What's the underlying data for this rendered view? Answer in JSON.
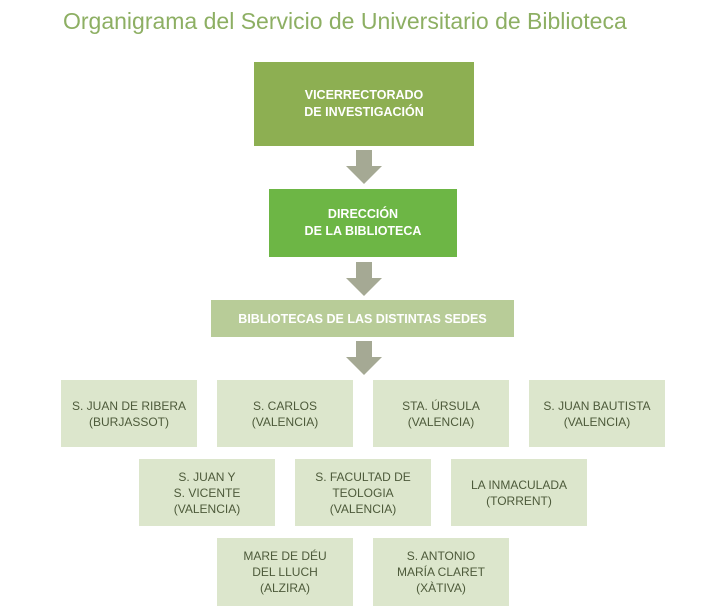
{
  "title": "Organigrama del Servicio de Universitario de Biblioteca",
  "colors": {
    "title": "#8daf63",
    "vicerrectorado_box": "#8daf52",
    "direccion_box": "#6db645",
    "sedes_box": "#b8cc98",
    "site_box": "#dce6cc",
    "arrow": "#a5a994"
  },
  "levels": {
    "vicerrectorado": "VICERRECTORADO\nDE INVESTIGACIÓN",
    "direccion": "DIRECCIÓN\nDE LA BIBLIOTECA",
    "sedes": "BIBLIOTECAS DE LAS DISTINTAS SEDES"
  },
  "sites": [
    "S. JUAN DE RIBERA\n(BURJASSOT)",
    "S. CARLOS\n(VALENCIA)",
    "STA. ÚRSULA\n(VALENCIA)",
    "S. JUAN BAUTISTA\n(VALENCIA)",
    "S. JUAN Y\nS. VICENTE\n(VALENCIA)",
    "S. FACULTAD DE\nTEOLOGIA\n(VALENCIA)",
    "LA INMACULADA\n(TORRENT)",
    "MARE DE DÉU\nDEL LLUCH\n(ALZIRA)",
    "S. ANTONIO\nMARÍA CLARET\n(XÀTIVA)"
  ]
}
